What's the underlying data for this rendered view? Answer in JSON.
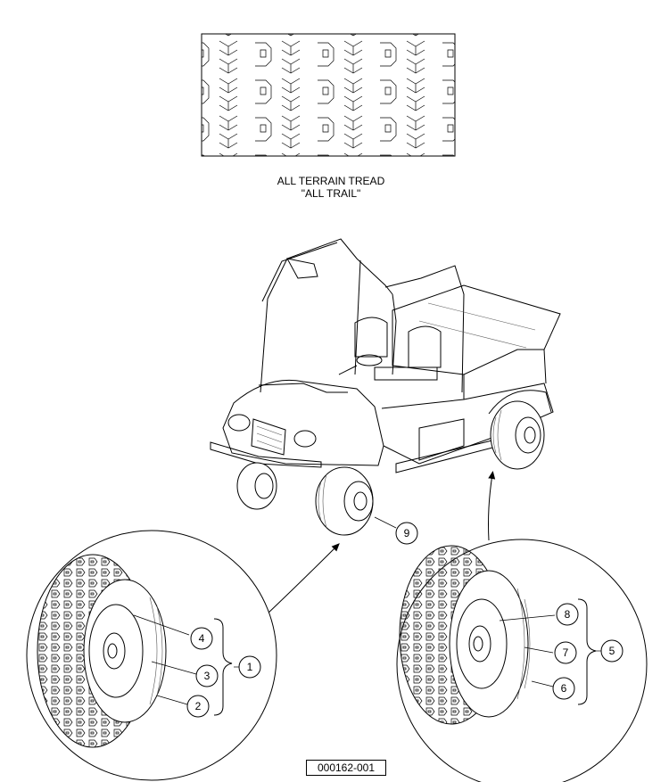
{
  "tread_caption": {
    "line1": "ALL TERRAIN TREAD",
    "line2": "\"ALL TRAIL\""
  },
  "callouts": {
    "c1": "1",
    "c2": "2",
    "c3": "3",
    "c4": "4",
    "c5": "5",
    "c6": "6",
    "c7": "7",
    "c8": "8",
    "c9": "9"
  },
  "document_number": "000162-001"
}
